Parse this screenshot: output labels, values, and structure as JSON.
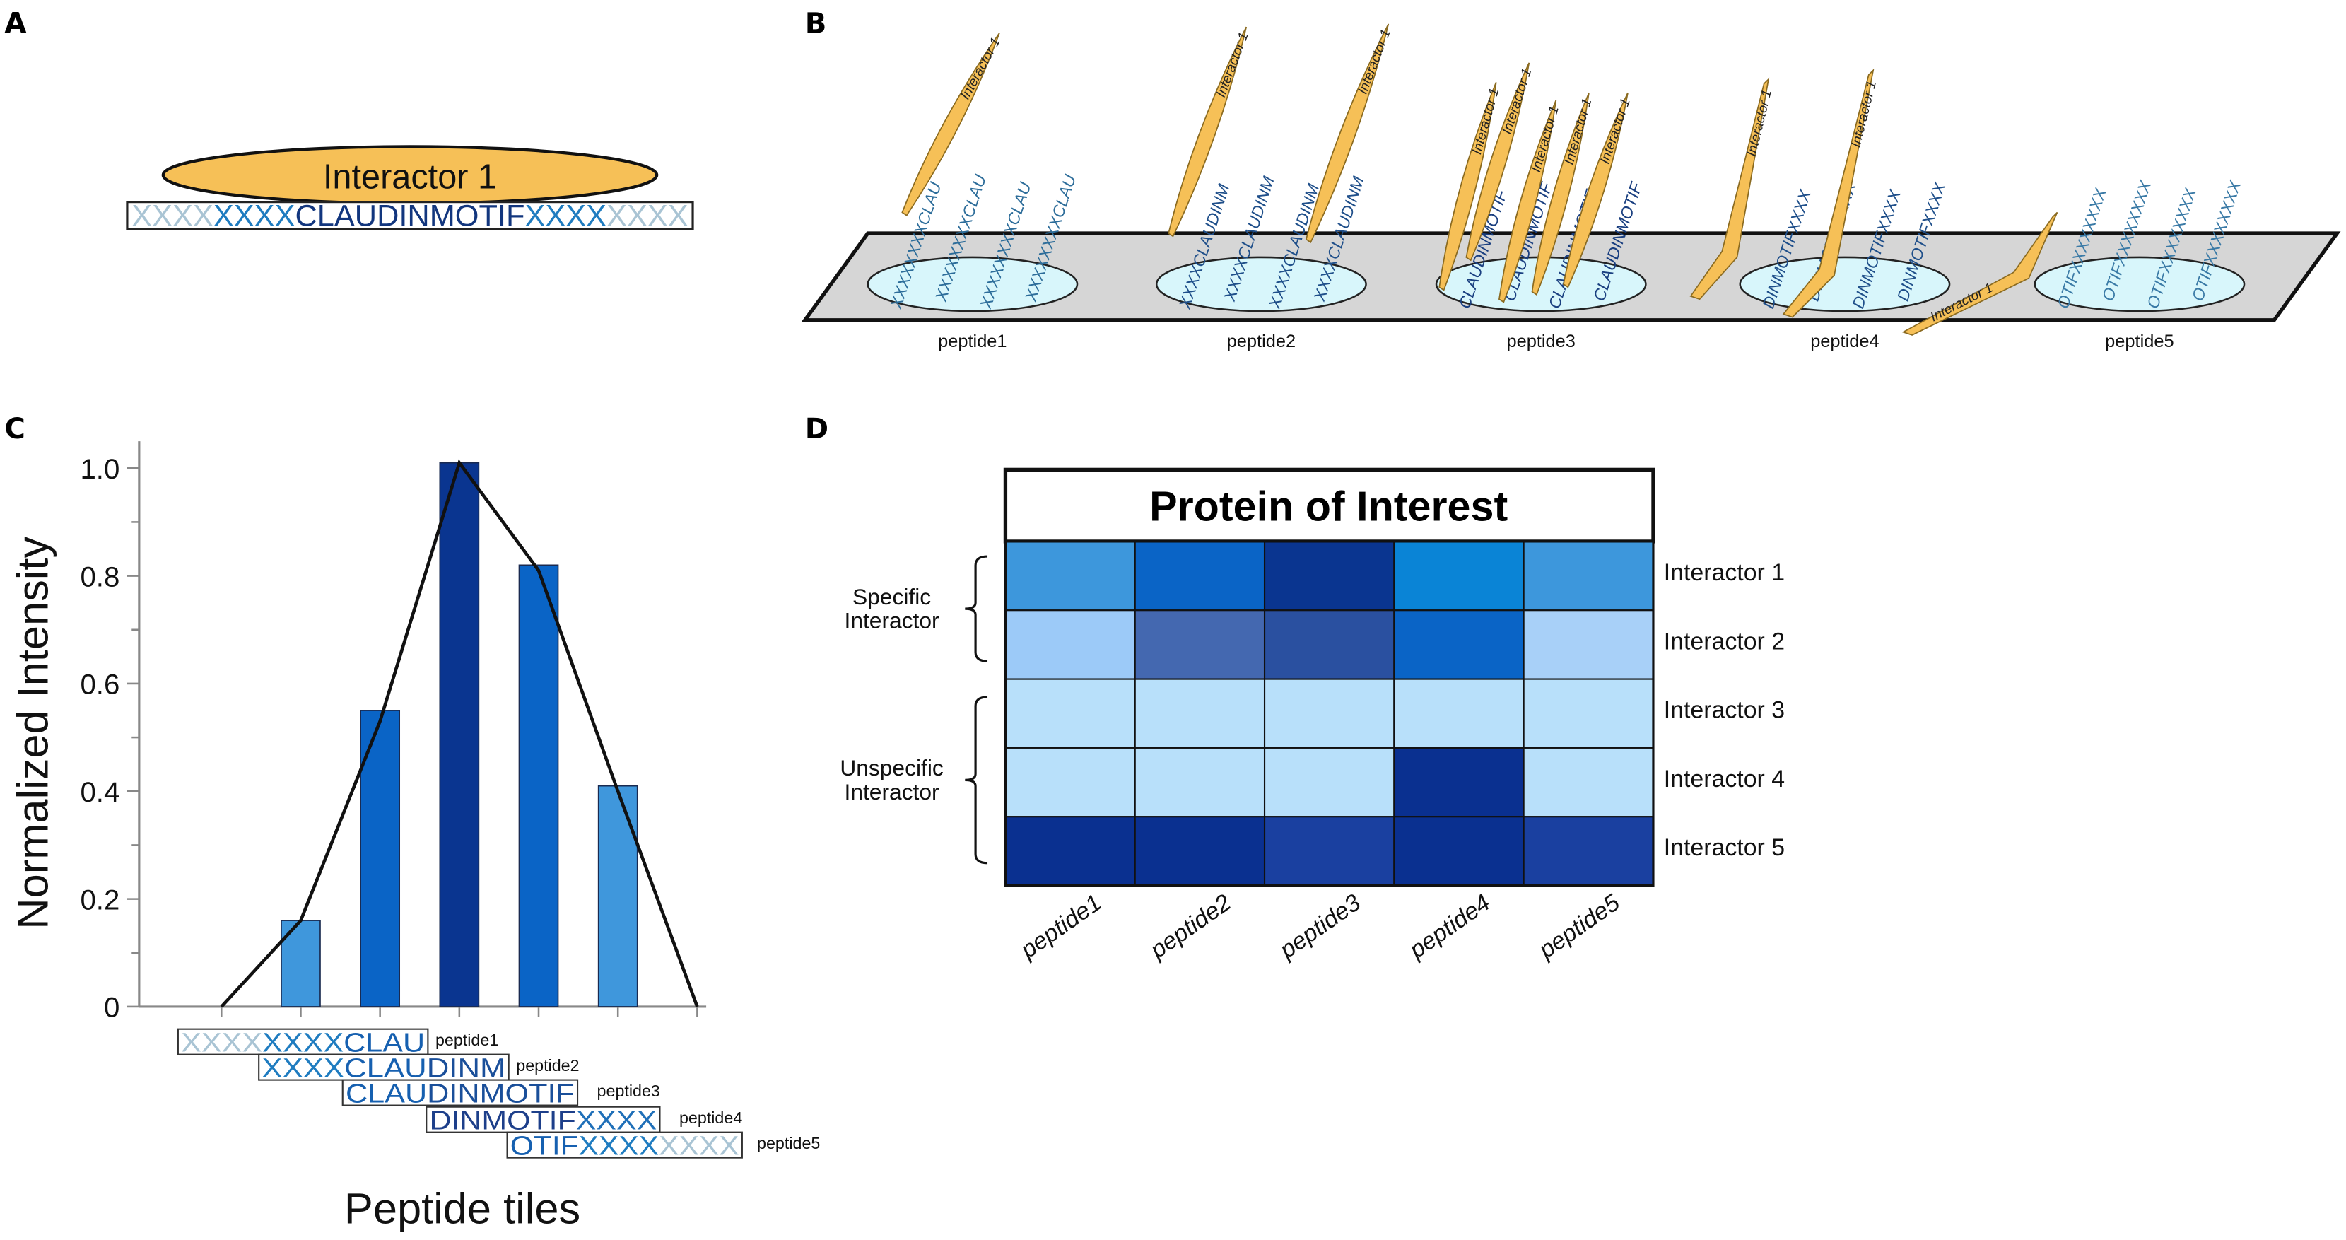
{
  "panels": {
    "a": {
      "letter": "A",
      "interactor_label": "Interactor 1",
      "interactor_color": "#f6c057",
      "sequence": [
        {
          "text": "XXXX",
          "color": "#a9c4d4"
        },
        {
          "text": "XXXX",
          "color": "#1f7cc0"
        },
        {
          "text": "CLAUDINMOTIF",
          "color": "#12367e"
        },
        {
          "text": "XXXX",
          "color": "#1f7cc0"
        },
        {
          "text": "XXXX",
          "color": "#a9c4d4"
        }
      ]
    },
    "b": {
      "letter": "B",
      "interactor_label": "Interactor 1",
      "spot_color": "#d8f6fb",
      "slide_color": "#d6d6d6",
      "peptides": [
        {
          "label": "peptide1",
          "strand": "XXXXXXXXCLAU",
          "strand_color": "#2d6d9a",
          "interactors": 1
        },
        {
          "label": "peptide2",
          "strand": "XXXXCLAUDINM",
          "strand_color": "#1f4f8a",
          "interactors": 2
        },
        {
          "label": "peptide3",
          "strand": "CLAUDINMOTIF",
          "strand_color": "#1a3f80",
          "interactors": 5
        },
        {
          "label": "peptide4",
          "strand": "DINMOTIFXXXX",
          "strand_color": "#1f4f8a",
          "interactors": 2
        },
        {
          "label": "peptide5",
          "strand": "OTIFXXXXXXXX",
          "strand_color": "#3a7aa6",
          "interactors": 1
        }
      ]
    },
    "c": {
      "letter": "C"
    },
    "d": {
      "letter": "D"
    }
  },
  "chart_data": [
    {
      "type": "bar",
      "ylabel": "Normalized Intensity",
      "xlabel": "Peptide tiles",
      "ylim": [
        0,
        1.0
      ],
      "yticks": [
        "0",
        "0.2",
        "0.4",
        "0.6",
        "0.8",
        "1.0"
      ],
      "grid": false,
      "categories": [
        "peptide1",
        "peptide2",
        "peptide3",
        "peptide4",
        "peptide5"
      ],
      "values": [
        0.16,
        0.55,
        1.01,
        0.82,
        0.41
      ],
      "bar_colors": [
        "#3f97dc",
        "#0a64c6",
        "#0a3590",
        "#0a64c6",
        "#3f97dc"
      ],
      "line": {
        "x_positions": [
          0,
          1,
          2,
          3,
          4,
          5,
          6
        ],
        "values": [
          0,
          0.16,
          0.53,
          1.01,
          0.81,
          0.4,
          0
        ]
      },
      "tiles": [
        {
          "label": "peptide1",
          "segments": [
            {
              "text": "XXXX",
              "color": "#a9c4d4"
            },
            {
              "text": "XXXX",
              "color": "#1f7cc0"
            },
            {
              "text": "CLAU",
              "color": "#1660b0"
            }
          ]
        },
        {
          "label": "peptide2",
          "segments": [
            {
              "text": "XXXX",
              "color": "#1f7cc0"
            },
            {
              "text": "CLAU",
              "color": "#1660b0"
            },
            {
              "text": "DINM",
              "color": "#1a4f9a"
            }
          ]
        },
        {
          "label": "peptide3",
          "segments": [
            {
              "text": "CLAU",
              "color": "#1660b0"
            },
            {
              "text": "DINMOTIF",
              "color": "#1a4f9a"
            }
          ]
        },
        {
          "label": "peptide4",
          "segments": [
            {
              "text": "DINMOTIF",
              "color": "#1d3f8a"
            },
            {
              "text": "XXXX",
              "color": "#1f6fb8"
            }
          ]
        },
        {
          "label": "peptide5",
          "segments": [
            {
              "text": "OTIF",
              "color": "#1660b0"
            },
            {
              "text": "XXXX",
              "color": "#1f7cc0"
            },
            {
              "text": "XXXX",
              "color": "#a9c4d4"
            }
          ]
        }
      ]
    },
    {
      "type": "heatmap",
      "title": "Protein of Interest",
      "columns": [
        "peptide1",
        "peptide2",
        "peptide3",
        "peptide4",
        "peptide5"
      ],
      "rows": [
        "Interactor 1",
        "Interactor 2",
        "Interactor 3",
        "Interactor 4",
        "Interactor 5"
      ],
      "groups": [
        {
          "label_lines": [
            "Specific",
            "Interactor"
          ],
          "rows": [
            "Interactor 1",
            "Interactor 2"
          ]
        },
        {
          "label_lines": [
            "Unspecific",
            "Interactor"
          ],
          "rows": [
            "Interactor 3",
            "Interactor 4",
            "Interactor 5"
          ]
        }
      ],
      "cell_colors": [
        [
          "#3d97dc",
          "#0a64c6",
          "#0a3590",
          "#0a84d6",
          "#3d97dc"
        ],
        [
          "#9ccaf8",
          "#4468b0",
          "#2a50a0",
          "#0a64c6",
          "#a8d0f8"
        ],
        [
          "#b8e0fa",
          "#b8e0fa",
          "#b8e0fa",
          "#b8e0fa",
          "#b8e0fa"
        ],
        [
          "#b8e0fa",
          "#b8e0fa",
          "#b8e0fa",
          "#0a3090",
          "#b8e0fa"
        ],
        [
          "#0a3090",
          "#0a3090",
          "#1a40a0",
          "#0a3090",
          "#1a40a0"
        ]
      ]
    }
  ]
}
